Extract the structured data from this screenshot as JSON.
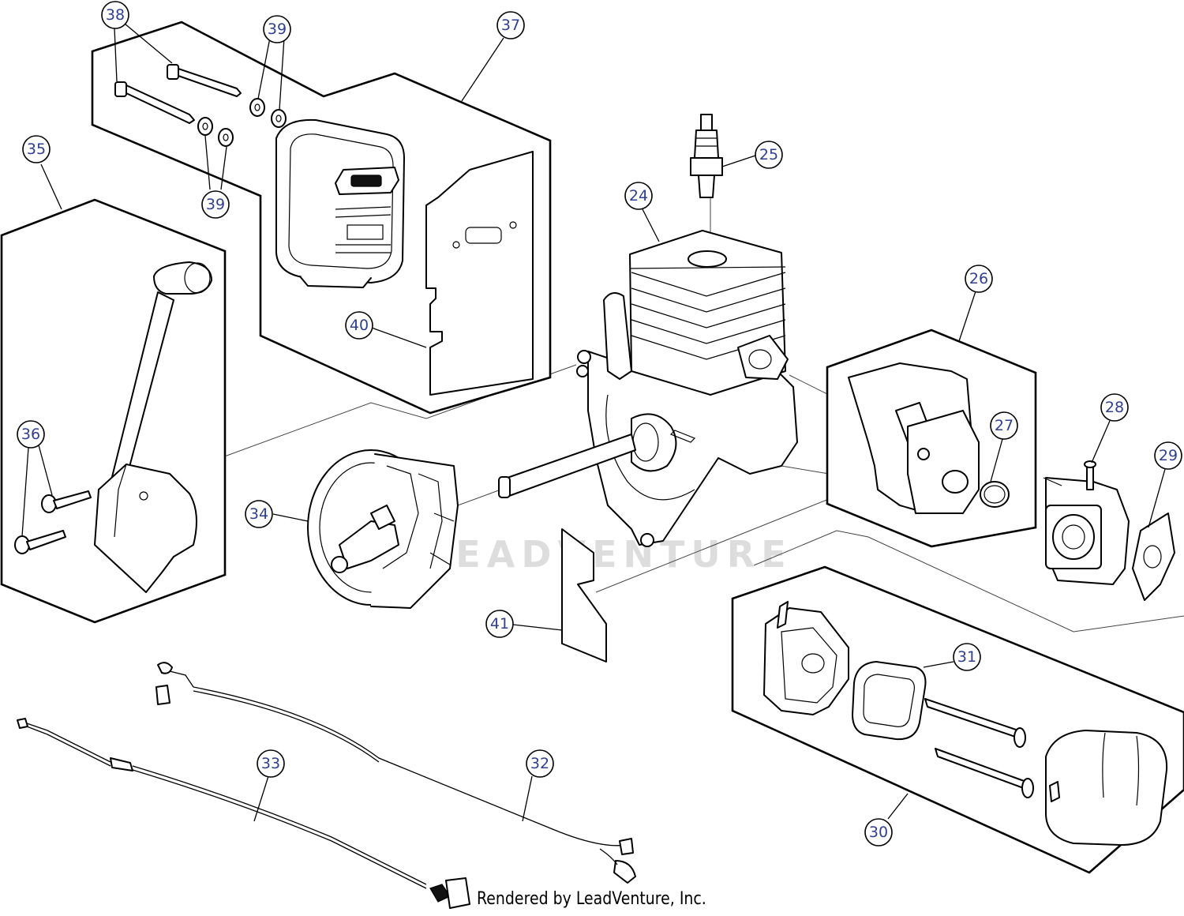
{
  "diagram": {
    "watermark": "LEADVENTURE",
    "credit": "Rendered by LeadVenture, Inc.",
    "callouts": [
      "24",
      "25",
      "26",
      "27",
      "28",
      "29",
      "30",
      "31",
      "32",
      "33",
      "34",
      "35",
      "36",
      "37",
      "38",
      "39",
      "39",
      "40",
      "41"
    ],
    "colors": {
      "callout_text": "#2e3f94",
      "line": "#000000",
      "watermark": "#dddddd"
    }
  }
}
